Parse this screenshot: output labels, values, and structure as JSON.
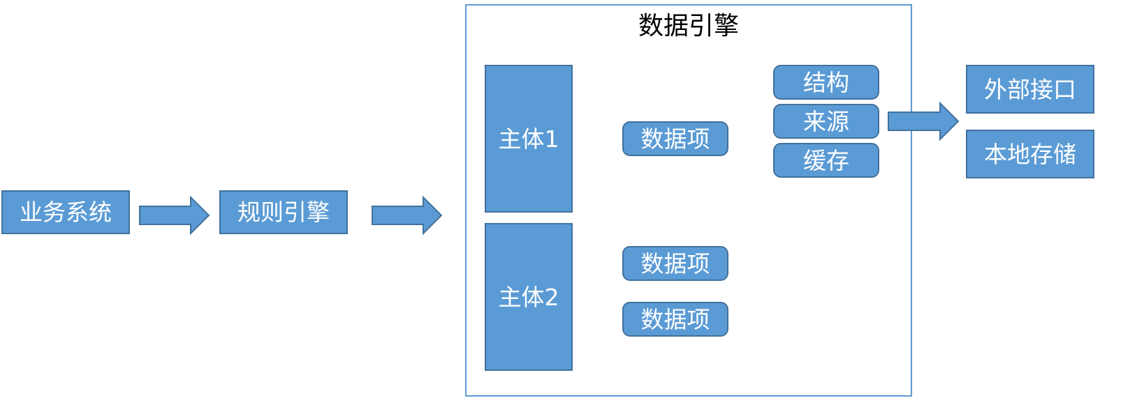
{
  "source": {
    "label": "业务系统"
  },
  "rules_engine": {
    "label": "规则引擎"
  },
  "data_engine": {
    "title": "数据引擎",
    "entities": [
      {
        "label": "主体1"
      },
      {
        "label": "主体2"
      }
    ],
    "data_items": [
      {
        "label": "数据项"
      },
      {
        "label": "数据项"
      },
      {
        "label": "数据项"
      }
    ],
    "attributes": [
      {
        "label": "结构"
      },
      {
        "label": "来源"
      },
      {
        "label": "缓存"
      }
    ]
  },
  "outputs": [
    {
      "label": "外部接口"
    },
    {
      "label": "本地存储"
    }
  ],
  "colors": {
    "box_fill": "#5b9bd5",
    "box_border": "#41719c",
    "box_text": "#ffffff",
    "container_border": "#5b9bd5"
  }
}
